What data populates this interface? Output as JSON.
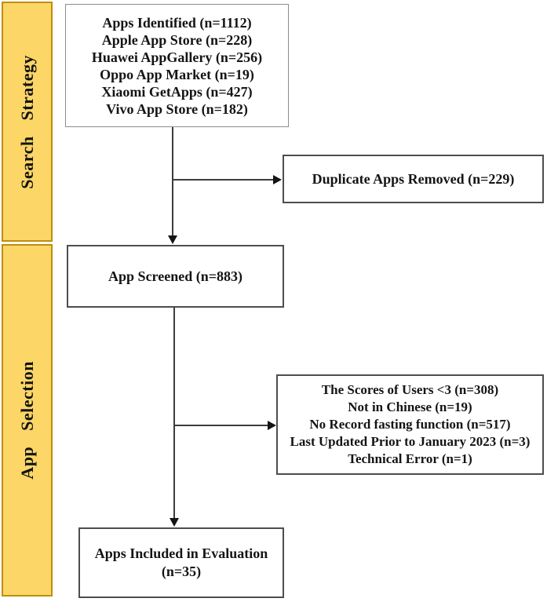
{
  "meta": {
    "description": "App selection flow diagram (PRISMA-style flowchart)",
    "colors": {
      "phase_fill": "#FCD666",
      "phase_border": "#BE8E0A",
      "box_border_light": "#8C8C8C",
      "box_border_dark": "#4D4D4D",
      "connector": "#3C3C3C",
      "text": "#141414",
      "background": "#FFFFFF"
    }
  },
  "sidebar": {
    "sections": [
      {
        "label": "Search Strategy"
      },
      {
        "label": "App Selection"
      }
    ]
  },
  "boxes": {
    "identified": {
      "lines": [
        "Apps Identified (n=1112)",
        "Apple App Store (n=228)",
        "Huawei AppGallery (n=256)",
        "Oppo App Market (n=19)",
        "Xiaomi GetApps (n=427)",
        "Vivo App Store (n=182)"
      ]
    },
    "duplicates": {
      "label": "Duplicate Apps Removed (n=229)"
    },
    "screened": {
      "label": "App Screened (n=883)"
    },
    "excluded": {
      "lines": [
        "The Scores of Users <3 (n=308)",
        "Not in Chinese (n=19)",
        "No Record fasting function (n=517)",
        "Last Updated Prior to January 2023 (n=3)",
        "Technical Error (n=1)"
      ]
    },
    "included": {
      "lines": [
        "Apps Included in Evaluation",
        "(n=35)"
      ]
    }
  }
}
